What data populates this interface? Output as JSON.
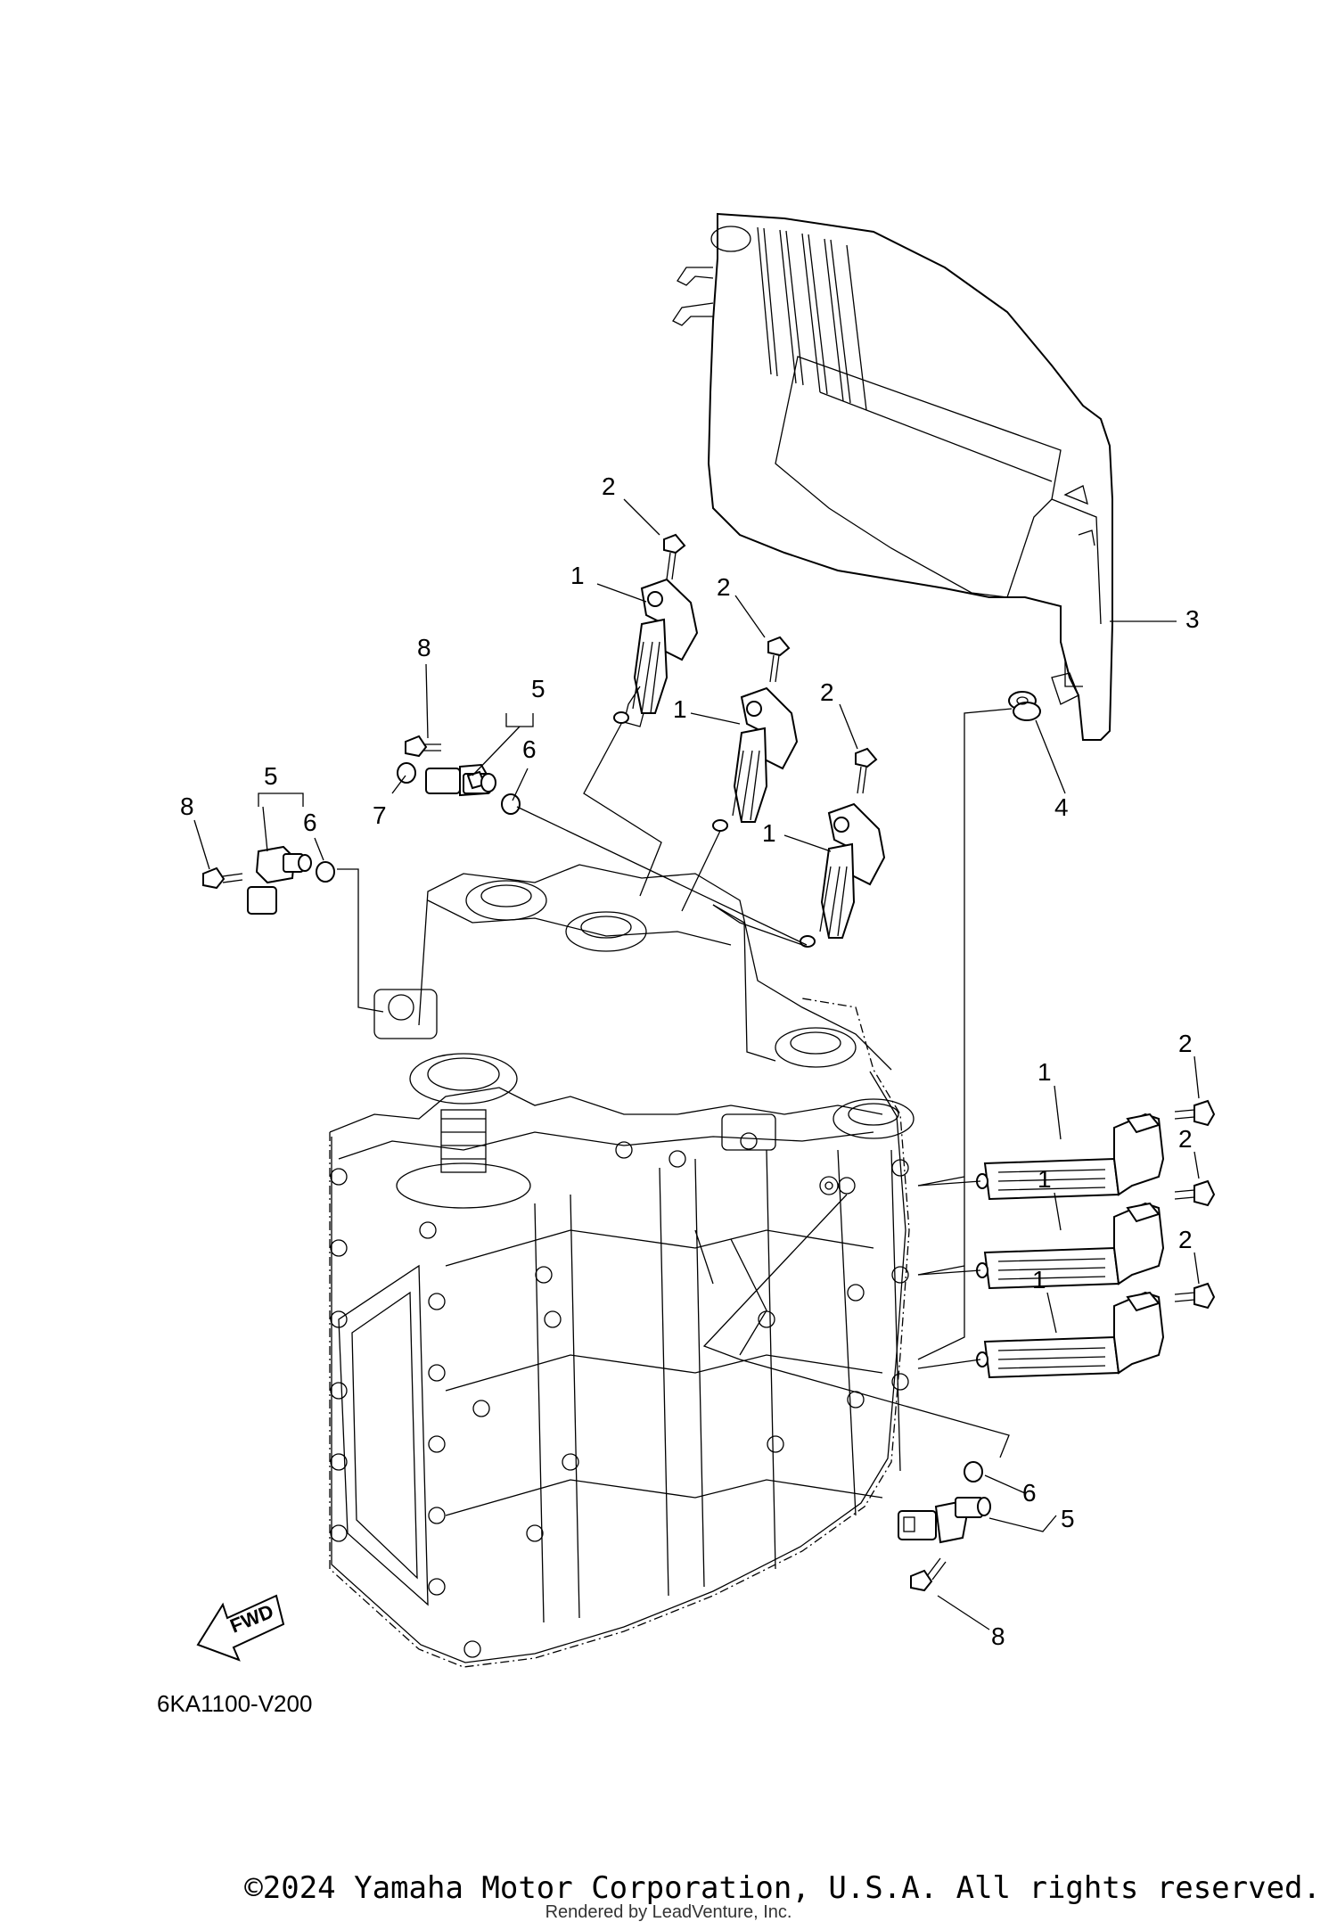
{
  "callouts": {
    "c1a": "1",
    "c1b": "1",
    "c1c": "1",
    "c1d": "1",
    "c1e": "1",
    "c1f": "1",
    "c2a": "2",
    "c2b": "2",
    "c2c": "2",
    "c2d": "2",
    "c2e": "2",
    "c2f": "2",
    "c3": "3",
    "c4": "4",
    "c5a": "5",
    "c5b": "5",
    "c5c": "5",
    "c6a": "6",
    "c6b": "6",
    "c6c": "6",
    "c7": "7",
    "c8a": "8",
    "c8b": "8",
    "c8c": "8"
  },
  "fwd_label": "FWD",
  "diagram_code": "6KA1100-V200",
  "copyright": "©2024 Yamaha Motor Corporation, U.S.A. All rights reserved.",
  "rendered_by": "Rendered by LeadVenture, Inc."
}
